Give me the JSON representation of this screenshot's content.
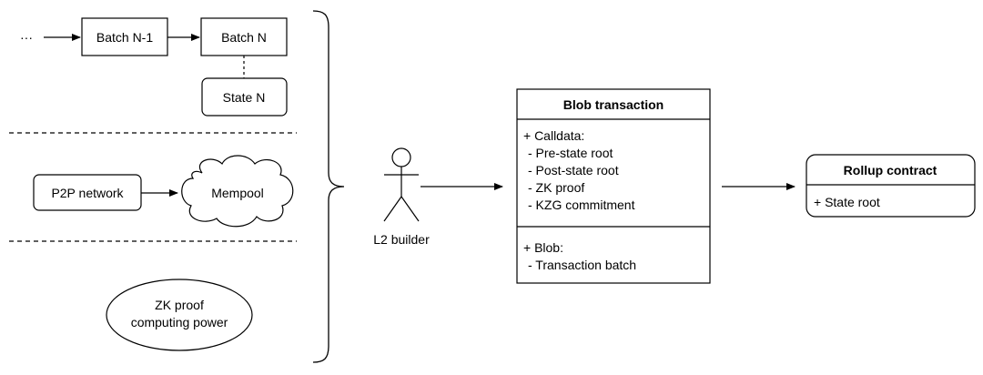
{
  "left_panel": {
    "ellipsis": "···",
    "batch_prev": "Batch N-1",
    "batch_current": "Batch N",
    "state": "State N",
    "p2p": "P2P network",
    "mempool": "Mempool",
    "zk_power_line1": "ZK proof",
    "zk_power_line2": "computing power"
  },
  "actor": {
    "label": "L2 builder"
  },
  "blob_tx": {
    "title": "Blob transaction",
    "calldata_header": "+ Calldata:",
    "calldata_items": [
      "- Pre-state root",
      "- Post-state root",
      "- ZK proof",
      "- KZG commitment"
    ],
    "blob_header": "+ Blob:",
    "blob_items": [
      "- Transaction batch"
    ]
  },
  "rollup": {
    "title": "Rollup contract",
    "field": "+ State root"
  }
}
